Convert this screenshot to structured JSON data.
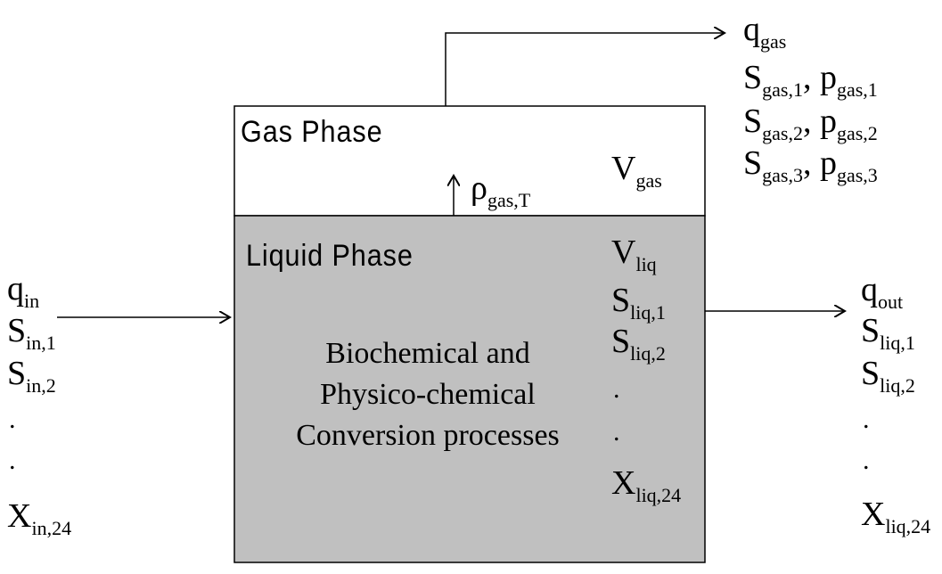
{
  "gas_box": {
    "title": "Gas Phase",
    "volume": {
      "sym": "V",
      "sub": "gas"
    },
    "flux": {
      "sym": "ρ",
      "sub": "gas,T"
    }
  },
  "liquid_box": {
    "title": "Liquid Phase",
    "process_lines": [
      "Biochemical and",
      "Physico-chemical",
      "Conversion processes"
    ],
    "vars": [
      {
        "sym": "V",
        "sub": "liq"
      },
      {
        "sym": "S",
        "sub": "liq,1"
      },
      {
        "sym": "S",
        "sub": "liq,2"
      },
      {
        "sym": ".",
        "sub": ""
      },
      {
        "sym": ".",
        "sub": ""
      },
      {
        "sym": "X",
        "sub": "liq,24"
      }
    ]
  },
  "gas_outputs": [
    {
      "sym": "q",
      "sub": "gas"
    },
    {
      "sym": "S",
      "sub": "gas,1",
      "sep": ", ",
      "sym2": "p",
      "sub2": "gas,1"
    },
    {
      "sym": "S",
      "sub": "gas,2",
      "sep": ", ",
      "sym2": "p",
      "sub2": "gas,2"
    },
    {
      "sym": "S",
      "sub": "gas,3",
      "sep": ", ",
      "sym2": "p",
      "sub2": "gas,3"
    }
  ],
  "inputs": [
    {
      "sym": "q",
      "sub": "in"
    },
    {
      "sym": "S",
      "sub": "in,1"
    },
    {
      "sym": "S",
      "sub": "in,2"
    },
    {
      "sym": ".",
      "sub": ""
    },
    {
      "sym": ".",
      "sub": ""
    },
    {
      "sym": "X",
      "sub": "in,24"
    }
  ],
  "outputs": [
    {
      "sym": "q",
      "sub": "out"
    },
    {
      "sym": "S",
      "sub": "liq,1"
    },
    {
      "sym": "S",
      "sub": "liq,2"
    },
    {
      "sym": ".",
      "sub": ""
    },
    {
      "sym": ".",
      "sub": ""
    },
    {
      "sym": "X",
      "sub": "liq,24"
    }
  ],
  "colors": {
    "liquid_fill": "#c0c0c0",
    "stroke": "#000000",
    "background": "#ffffff"
  }
}
